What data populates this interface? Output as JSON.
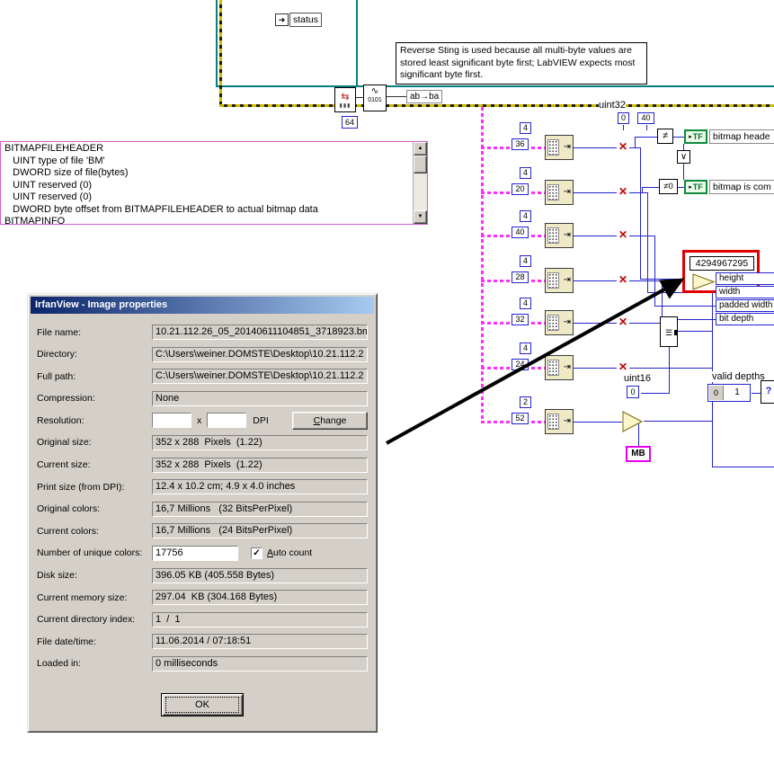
{
  "colors": {
    "accent_red": "#e00000",
    "wire_pink": "#ff00ff",
    "wire_blue": "#2323cf",
    "wire_teal": "#067f7f",
    "wire_error_yellow": "#cdb900",
    "titlebar_start": "#0a246a",
    "titlebar_end": "#a6caf0",
    "dialog_gray": "#d4d0c8",
    "tf_green": "#0d8a3c"
  },
  "labview": {
    "status_label": "status",
    "comment": "Reverse Sting is used because all multi-byte values are stored least significant byte first; LabVIEW expects most significant byte first.",
    "doc_text": "BITMAPFILEHEADER\n   UINT type of file 'BM'\n   DWORD size of file(bytes)\n   UINT reserved (0)\n   UINT reserved (0)\n   DWORD byte offset from BITMAPFILEHEADER to actual bitmap data\nBITMAPINFO",
    "reverse_label": "ab→ba",
    "const_64": "64",
    "uint32_label": "uint32",
    "uint32_const0": "0",
    "uint32_const40": "40",
    "uint16_label": "uint16",
    "uint16_const0": "0",
    "rows": [
      {
        "len": "4",
        "offset": "36"
      },
      {
        "len": "4",
        "offset": "20"
      },
      {
        "len": "4",
        "offset": "40"
      },
      {
        "len": "4",
        "offset": "28"
      },
      {
        "len": "4",
        "offset": "32"
      },
      {
        "len": "4",
        "offset": "24"
      },
      {
        "len": "2",
        "offset": "52"
      }
    ],
    "bitmap_header_label": "bitmap heade",
    "bitmap_compressed_label": "bitmap is com",
    "big_value": "4294967295",
    "right_labels": [
      "height",
      "width",
      "padded width",
      "bit depth"
    ],
    "valid_depths_label": "valid depths",
    "valid_depths_index": "0",
    "valid_depths_value": "1",
    "mb_label": "MB",
    "icons": {
      "terminal_arrow": "➜",
      "reverse_glyph": "⇆",
      "squiggle": "∿",
      "bits": "0101",
      "node_arrow": "⇥",
      "multiply_x": "✕",
      "neq": "≠",
      "neq_zero": "≠0",
      "or": "∨",
      "tf_arrow": "▸",
      "tf": "TF",
      "selector_lines": "☰",
      "question": "?",
      "scroll_up": "▲",
      "scroll_down": "▼"
    }
  },
  "dialog": {
    "title": "IrfanView - Image properties",
    "rows": [
      {
        "label": "File name:",
        "value": "10.21.112.26_05_20140611104851_3718923.bm"
      },
      {
        "label": "Directory:",
        "value": "C:\\Users\\weiner.DOMSTE\\Desktop\\10.21.112.2"
      },
      {
        "label": "Full path:",
        "value": "C:\\Users\\weiner.DOMSTE\\Desktop\\10.21.112.2"
      },
      {
        "label": "Compression:",
        "value": "None"
      },
      {
        "label": "Resolution:",
        "value": ""
      },
      {
        "label": "Original size:",
        "value": "352 x 288  Pixels  (1.22)"
      },
      {
        "label": "Current size:",
        "value": "352 x 288  Pixels  (1.22)"
      },
      {
        "label": "Print size (from DPI):",
        "value": "12.4 x 10.2 cm; 4.9 x 4.0 inches"
      },
      {
        "label": "Original colors:",
        "value": "16,7 Millions   (32 BitsPerPixel)"
      },
      {
        "label": "Current colors:",
        "value": "16,7 Millions   (24 BitsPerPixel)"
      },
      {
        "label": "Number of unique colors:",
        "value": "17756"
      },
      {
        "label": "Disk size:",
        "value": "396.05 KB (405.558 Bytes)"
      },
      {
        "label": "Current memory size:",
        "value": "297.04  KB (304.168 Bytes)"
      },
      {
        "label": "Current directory index:",
        "value": "1  /  1"
      },
      {
        "label": "File date/time:",
        "value": "11.06.2014 / 07:18:51"
      },
      {
        "label": "Loaded in:",
        "value": "0 milliseconds"
      }
    ],
    "resolution": {
      "value1": "",
      "value2": "",
      "sep": "x",
      "unit": "DPI",
      "change_mn": "C",
      "change_rest": "hange"
    },
    "unique": {
      "check": "✓",
      "checked_attr": "checked",
      "auto_mn": "A",
      "auto_rest": "uto count"
    },
    "ok_button": "OK"
  }
}
